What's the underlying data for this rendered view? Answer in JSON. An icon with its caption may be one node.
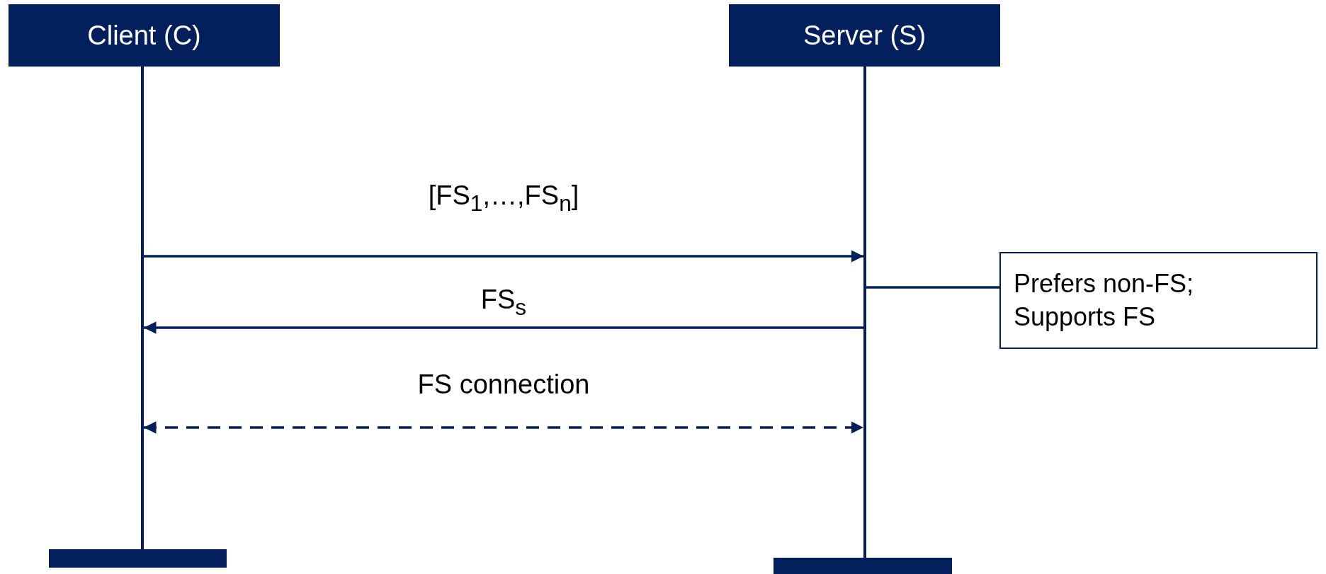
{
  "diagram": {
    "nodes": [
      {
        "text": [
          "Client (C)"
        ]
      },
      {
        "text": [
          "Server (S)"
        ]
      },
      {
        "text": [],
        "shape": "bar"
      },
      {
        "text": [],
        "shape": "bar"
      },
      {
        "text": [],
        "shape": "bar"
      },
      {
        "text": [],
        "shape": "bar"
      },
      {
        "text": [
          "Prefers non-FS; Supports FS"
        ]
      }
    ],
    "edges": [
      {
        "from": 2,
        "to": 3,
        "arrow": "to",
        "label": "[FS$_{1}$,…,FS$_{n}$]"
      },
      {
        "from": 3,
        "to": 2,
        "arrow": "to",
        "label": "FS$_{s}$"
      },
      {
        "from": 2,
        "to": 3,
        "arrow": "both",
        "style": "dashed",
        "label": "FS connection"
      },
      {
        "from": 3,
        "to": 6,
        "arrow": "none"
      }
    ]
  }
}
